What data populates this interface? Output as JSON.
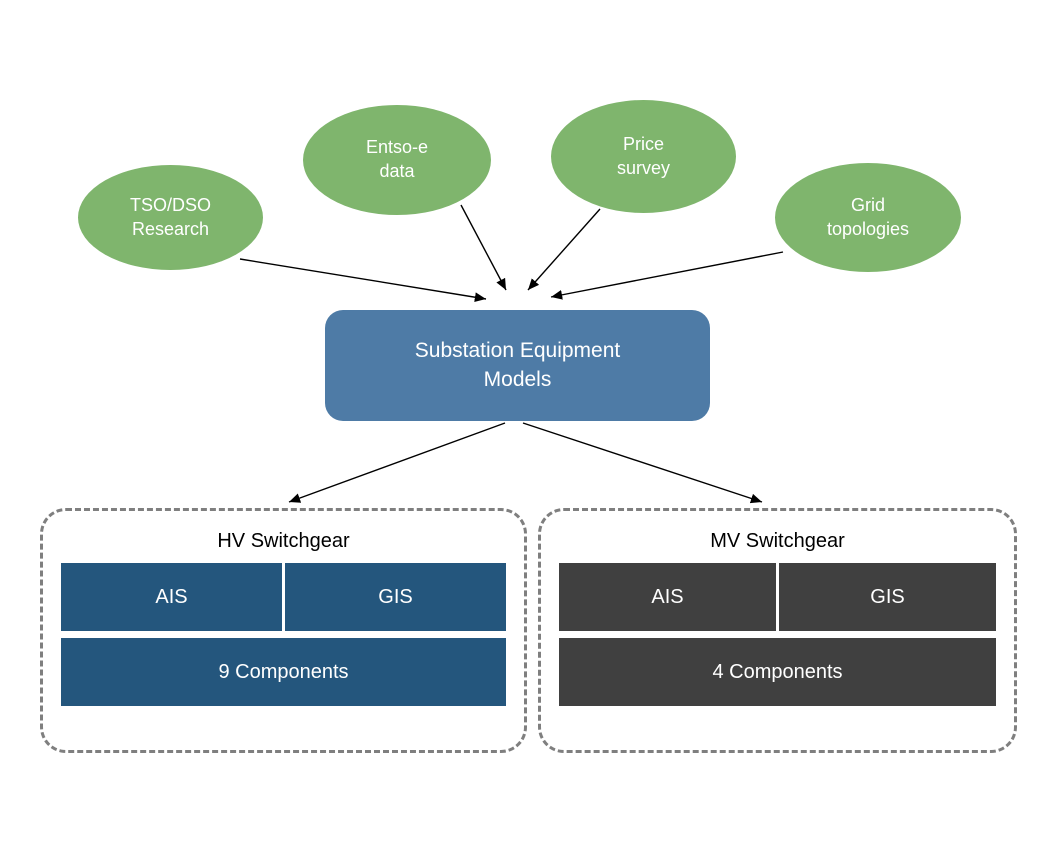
{
  "sources": [
    {
      "label": "TSO/DSO\nResearch"
    },
    {
      "label": "Entso-e\ndata"
    },
    {
      "label": "Price\nsurvey"
    },
    {
      "label": "Grid\ntopologies"
    }
  ],
  "central": {
    "label": "Substation Equipment\nModels"
  },
  "groups": [
    {
      "title": "HV Switchgear",
      "cells": [
        "AIS",
        "GIS"
      ],
      "components": "9 Components"
    },
    {
      "title": "MV Switchgear",
      "cells": [
        "AIS",
        "GIS"
      ],
      "components": "4 Components"
    }
  ],
  "colors": {
    "green": "#7FB56D",
    "blue": "#4E7BA6",
    "darkblue": "#24567D",
    "darkgray": "#404040",
    "dash": "#7F7F7F",
    "arrow": "#000000"
  }
}
